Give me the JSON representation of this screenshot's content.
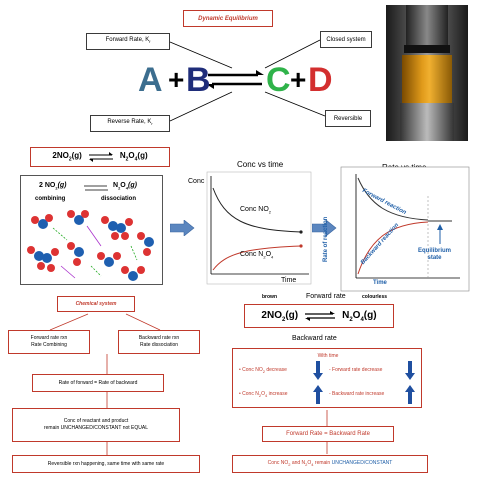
{
  "top": {
    "title": "Dynamic Equilibrium",
    "forward_rate": "Forward Rate, K",
    "forward_sub": "f",
    "closed_system": "Closed system",
    "reverse_rate": "Reverse Rate, K",
    "reverse_sub": "r",
    "reversible": "Reversible",
    "eq": {
      "a": "A",
      "plus1": "+",
      "b": "B",
      "c": "C",
      "plus2": "+",
      "d": "D"
    },
    "colors": {
      "A": "#3c6e8f",
      "B": "#1f2d7a",
      "C": "#2fb34a",
      "D": "#d32f2f"
    }
  },
  "reaction_label": {
    "left": "2NO",
    "left_sub": "2",
    "left_state": "(g)",
    "right": "N",
    "right_sub1": "2",
    "right_mid": "O",
    "right_sub2": "4",
    "right_state": "(g)"
  },
  "molecule_panel": {
    "left": "2 NO",
    "left_sub": "2",
    "left_state": "(g)",
    "right": "N",
    "right_sub1": "2",
    "right_mid": "O",
    "right_sub2": "4",
    "right_state": "(g)",
    "combining": "combining",
    "dissociation": "dissociation"
  },
  "conc_chart": {
    "title": "Conc vs time",
    "ylabel": "Conc",
    "xlabel": "Time",
    "no2": "Conc NO",
    "no2_sub": "2",
    "n2o4": "Conc N",
    "n2o4_sub1": "2",
    "n2o4_mid": "O",
    "n2o4_sub2": "4"
  },
  "rate_chart": {
    "title": "Rate vs time",
    "ylabel": "Rate of reaction",
    "xlabel": "Time",
    "forward": "Forward reaction",
    "backward": "Backward reaction",
    "eq1": "Equilibrium",
    "eq2": "state"
  },
  "left_flow": {
    "chem": "Chemical system",
    "fwd1": "Forward rate rxn",
    "fwd2": "Rate Combining",
    "bwd1": "Backward rate rxn",
    "bwd2": "Rate dissociation",
    "equal": "Rate of forward = Rate of backward",
    "conc1": "Conc of reactant and product",
    "conc2": "remain UNCHANGED/CONSTANT not EQUAL",
    "rev": "Reversible rxn happening, same time with same rate"
  },
  "right_flow": {
    "brown": "brown",
    "forward_rate": "Forward rate",
    "colourless": "colourless",
    "eq_left": "2NO",
    "eq_left_sub": "2",
    "eq_left_state": "(g)",
    "eq_right": "N",
    "eq_right_sub1": "2",
    "eq_right_mid": "O",
    "eq_right_sub2": "4",
    "eq_right_state": "(g)",
    "backward_rate": "Backward rate",
    "with_time": "With time",
    "no2_dec": "Conc NO",
    "no2_dec_sub": "2",
    "no2_dec_tail": " decrease",
    "fwd_dec": "- Forward rate decrease",
    "n2o4_inc": "Conc N",
    "n2o4_inc_sub1": "2",
    "n2o4_inc_mid": "O",
    "n2o4_inc_sub2": "4",
    "n2o4_inc_tail": " increase",
    "bwd_inc": "- Backward rate increase",
    "equal": "Forward  Rate = Backward  Rate",
    "final1": "Conc NO",
    "final1_sub": "2",
    "final2": " and N",
    "final2_sub1": "2",
    "final2_mid": "O",
    "final2_sub2": "4",
    "final3": " remain ",
    "final4": "UNCHANGED/CONSTANT"
  }
}
